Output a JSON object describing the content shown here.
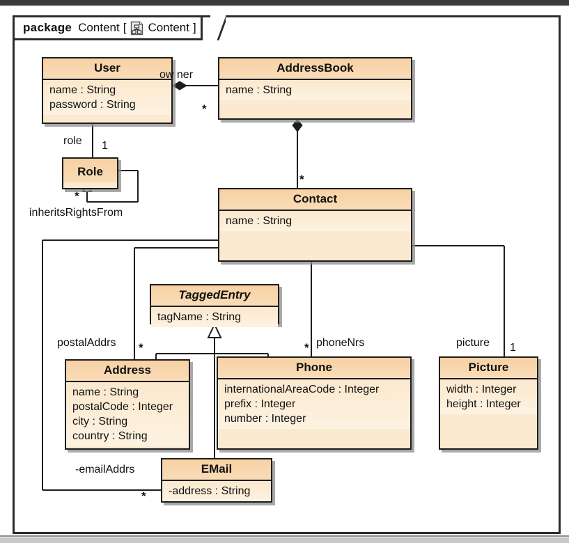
{
  "package": {
    "keyword": "package",
    "name": "Content",
    "bracket_open": "[",
    "icon": "diagram-icon",
    "diagram_name": "Content",
    "bracket_close": "]"
  },
  "colors": {
    "header_fill": "#f7d1a3",
    "body_fill": "#fbe8cd",
    "border": "#1d1d1d",
    "shadow": "#8c8c8c",
    "chrome_top": "#3a3a3c",
    "chrome_bottom": "#c9c9c9",
    "canvas": "#ffffff"
  },
  "classes": [
    {
      "id": "user",
      "name": "User",
      "abstract": false,
      "attributes": [
        "name : String",
        "password  : String"
      ]
    },
    {
      "id": "addressbook",
      "name": "AddressBook",
      "abstract": false,
      "attributes": [
        "name : String"
      ]
    },
    {
      "id": "role",
      "name": "Role",
      "abstract": false,
      "attributes": []
    },
    {
      "id": "contact",
      "name": "Contact",
      "abstract": false,
      "attributes": [
        "name : String"
      ]
    },
    {
      "id": "taggedentry",
      "name": "TaggedEntry",
      "abstract": true,
      "attributes": [
        "tagName : String"
      ]
    },
    {
      "id": "address",
      "name": "Address",
      "abstract": false,
      "attributes": [
        "name : String",
        "postalCode : Integer",
        "city : String",
        "country : String"
      ]
    },
    {
      "id": "phone",
      "name": "Phone",
      "abstract": false,
      "attributes": [
        "internationalAreaCode : Integer",
        "prefix : Integer",
        "number : Integer"
      ]
    },
    {
      "id": "picture",
      "name": "Picture",
      "abstract": false,
      "attributes": [
        "width : Integer",
        "height : Integer"
      ]
    },
    {
      "id": "email",
      "name": "EMail",
      "abstract": false,
      "attributes": [
        "-address : String"
      ]
    }
  ],
  "relationships": [
    {
      "id": "owner",
      "type": "composition",
      "from": "user",
      "to": "addressbook",
      "role_label": "ow ner",
      "multiplicity": "*"
    },
    {
      "id": "role",
      "type": "association",
      "from": "user",
      "to": "role",
      "role_label": "role",
      "multiplicity": "1"
    },
    {
      "id": "inherits",
      "type": "association",
      "from": "role",
      "to": "role",
      "role_label": "inheritsRightsFrom",
      "multiplicity": "*"
    },
    {
      "id": "contacts",
      "type": "composition",
      "from": "addressbook",
      "to": "contact",
      "role_label": "",
      "multiplicity": "*"
    },
    {
      "id": "postaladdrs",
      "type": "association",
      "from": "contact",
      "to": "address",
      "role_label": "postalAddrs",
      "multiplicity": "*"
    },
    {
      "id": "phonenrs",
      "type": "association",
      "from": "contact",
      "to": "phone",
      "role_label": "phoneNrs",
      "multiplicity": "*"
    },
    {
      "id": "picture",
      "type": "association",
      "from": "contact",
      "to": "picture",
      "role_label": "picture",
      "multiplicity": "1"
    },
    {
      "id": "emailaddrs",
      "type": "association",
      "from": "contact",
      "to": "email",
      "role_label": "-emailAddrs",
      "multiplicity": "*"
    },
    {
      "id": "gen-address",
      "type": "generalization",
      "from": "address",
      "to": "taggedentry",
      "role_label": "",
      "multiplicity": ""
    },
    {
      "id": "gen-phone",
      "type": "generalization",
      "from": "phone",
      "to": "taggedentry",
      "role_label": "",
      "multiplicity": ""
    },
    {
      "id": "gen-email",
      "type": "generalization",
      "from": "email",
      "to": "taggedentry",
      "role_label": "",
      "multiplicity": ""
    }
  ]
}
